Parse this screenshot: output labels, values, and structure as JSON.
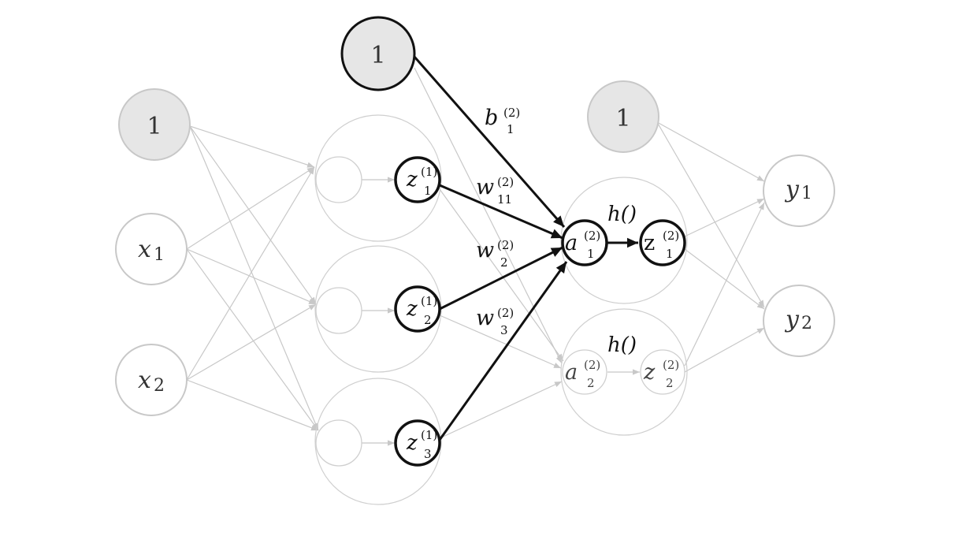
{
  "colors": {
    "active": "#111111",
    "faded": "#c8c8c8",
    "bias_fill": "#e6e6e6",
    "text_faded": "#444444"
  },
  "bias_labels": {
    "input": "1",
    "layer2": "1",
    "layer3": "1"
  },
  "inputs": [
    {
      "sym": "x",
      "sub": "1"
    },
    {
      "sym": "x",
      "sub": "2"
    }
  ],
  "layer1": [
    {
      "sym": "z",
      "sup": "(1)",
      "sub": "1"
    },
    {
      "sym": "z",
      "sup": "(1)",
      "sub": "2"
    },
    {
      "sym": "z",
      "sup": "(1)",
      "sub": "3"
    }
  ],
  "layer2": [
    {
      "a": {
        "sym": "a",
        "sup": "(2)",
        "sub": "1"
      },
      "z": {
        "sym": "z",
        "sup": "(2)",
        "sub": "1"
      },
      "fn": "h()"
    },
    {
      "a": {
        "sym": "a",
        "sup": "(2)",
        "sub": "2"
      },
      "z": {
        "sym": "z",
        "sup": "(2)",
        "sub": "2"
      },
      "fn": "h()"
    }
  ],
  "outputs": [
    {
      "sym": "y",
      "sub": "1"
    },
    {
      "sym": "y",
      "sub": "2"
    }
  ],
  "edge_labels": {
    "b": {
      "sym": "b",
      "sup": "(2)",
      "sub": "1"
    },
    "w11": {
      "sym": "w",
      "sup": "(2)",
      "sub": "11"
    },
    "w12": {
      "sym": "w",
      "sup": "(2)",
      "sub": "2"
    },
    "w13": {
      "sym": "w",
      "sup": "(2)",
      "sub": "3"
    }
  }
}
